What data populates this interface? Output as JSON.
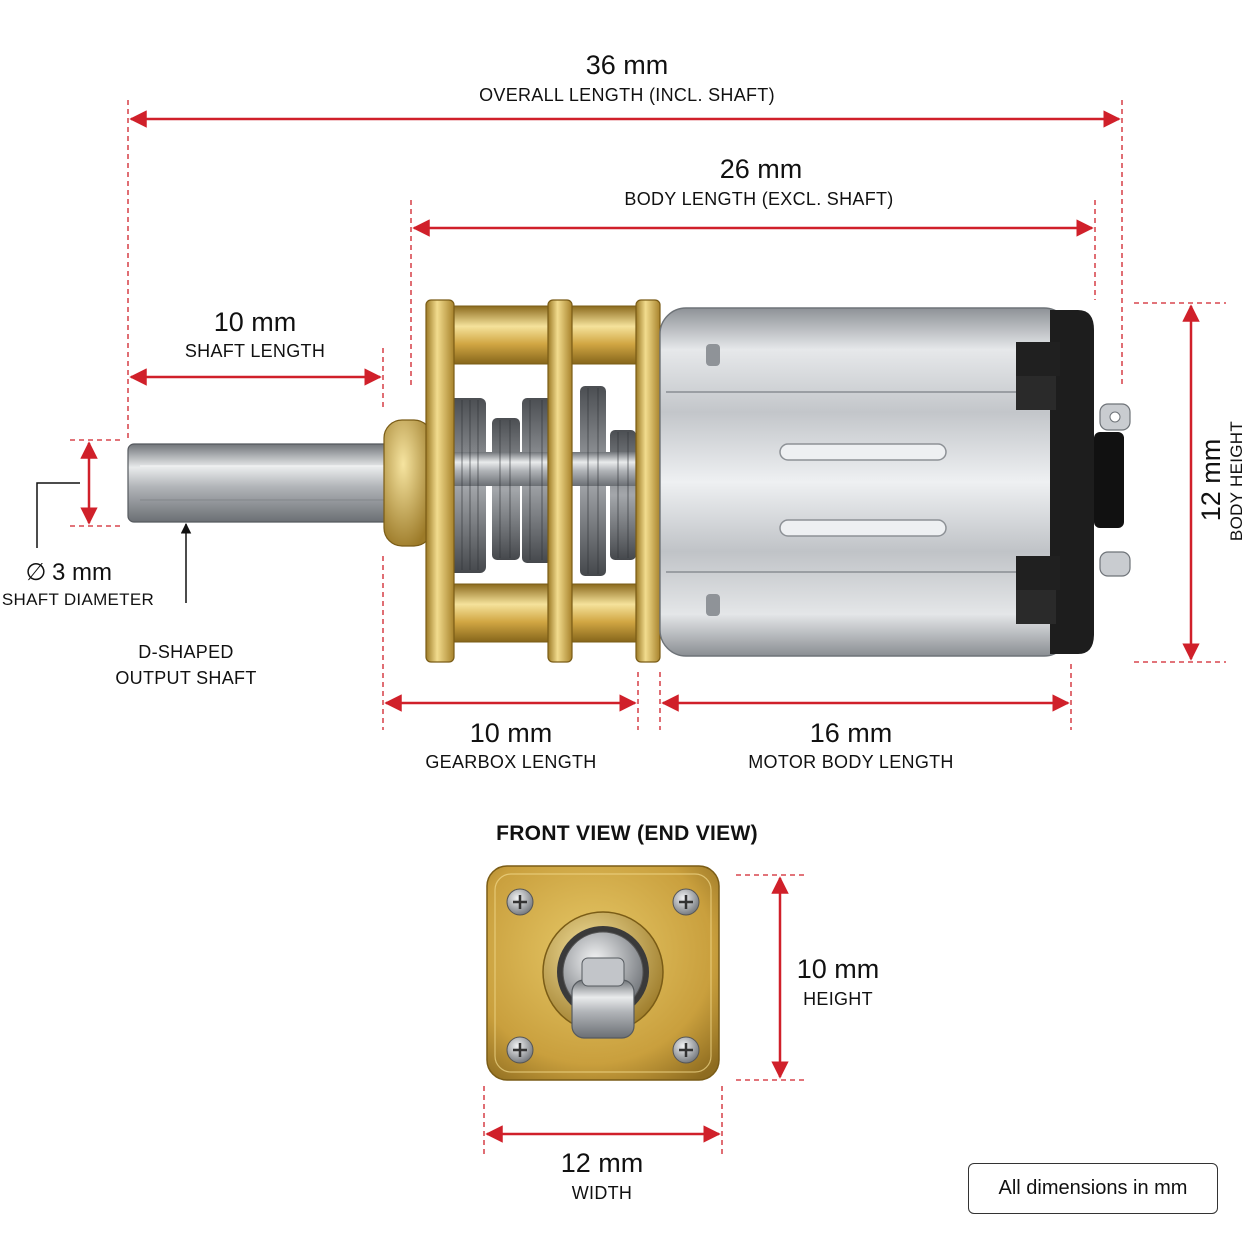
{
  "dimensions": {
    "overall_length": {
      "value": "36 mm",
      "label": "OVERALL LENGTH (INCL. SHAFT)"
    },
    "body_length": {
      "value": "26 mm",
      "label": "BODY LENGTH (EXCL. SHAFT)"
    },
    "shaft_length": {
      "value": "10 mm",
      "label": "SHAFT LENGTH"
    },
    "shaft_diameter": {
      "value": "3 mm",
      "symbol": "∅",
      "label": "SHAFT DIAMETER"
    },
    "output_shaft": {
      "line1": "D-SHAPED",
      "line2": "OUTPUT SHAFT"
    },
    "body_height": {
      "value": "12 mm",
      "label": "BODY HEIGHT"
    },
    "gearbox_length": {
      "value": "10 mm",
      "label": "GEARBOX LENGTH"
    },
    "motor_body_length": {
      "value": "16 mm",
      "label": "MOTOR BODY LENGTH"
    }
  },
  "front_view": {
    "title": "FRONT VIEW (END VIEW)",
    "height": {
      "value": "10 mm",
      "label": "HEIGHT"
    },
    "width": {
      "value": "12 mm",
      "label": "WIDTH"
    }
  },
  "note": "All dimensions in mm",
  "colors": {
    "dimension_red": "#d0202a",
    "brass": "#d7b24a",
    "steel": "#c9ccd0",
    "end_cap": "#1d1d1d"
  }
}
